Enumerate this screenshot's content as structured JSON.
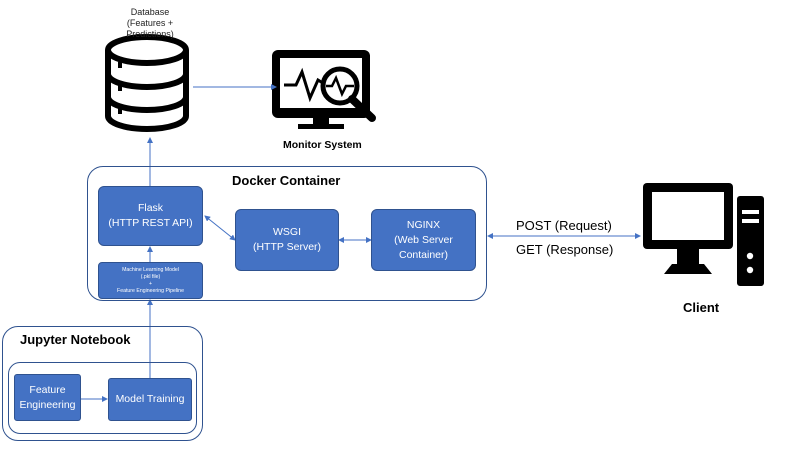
{
  "database": {
    "label_lines": [
      "Database",
      "(Features +",
      "Predictions)"
    ],
    "icon": "database-icon"
  },
  "monitor": {
    "label": "Monitor System",
    "icon": "monitor-search-icon"
  },
  "docker": {
    "title": "Docker Container",
    "flask_lines": [
      "Flask",
      "(HTTP REST API)"
    ],
    "wsgi_lines": [
      "WSGI",
      "(HTTP Server)"
    ],
    "nginx_lines": [
      "NGINX",
      "(Web Server",
      "Container)"
    ],
    "model_lines": [
      "Machine Learning Model",
      "(.pkl file)",
      "+",
      "Feature Engineering Pipeline"
    ]
  },
  "client": {
    "label": "Client",
    "request_label": "POST (Request)",
    "response_label": "GET (Response)",
    "icon": "desktop-computer-icon"
  },
  "jupyter": {
    "title": "Jupyter Notebook",
    "feature_lines": [
      "Feature",
      "Engineering"
    ],
    "training_label": "Model Training"
  },
  "colors": {
    "box_fill": "#4472c4",
    "box_border": "#2f528f",
    "arrow": "#4472c4",
    "icon": "#000000"
  }
}
